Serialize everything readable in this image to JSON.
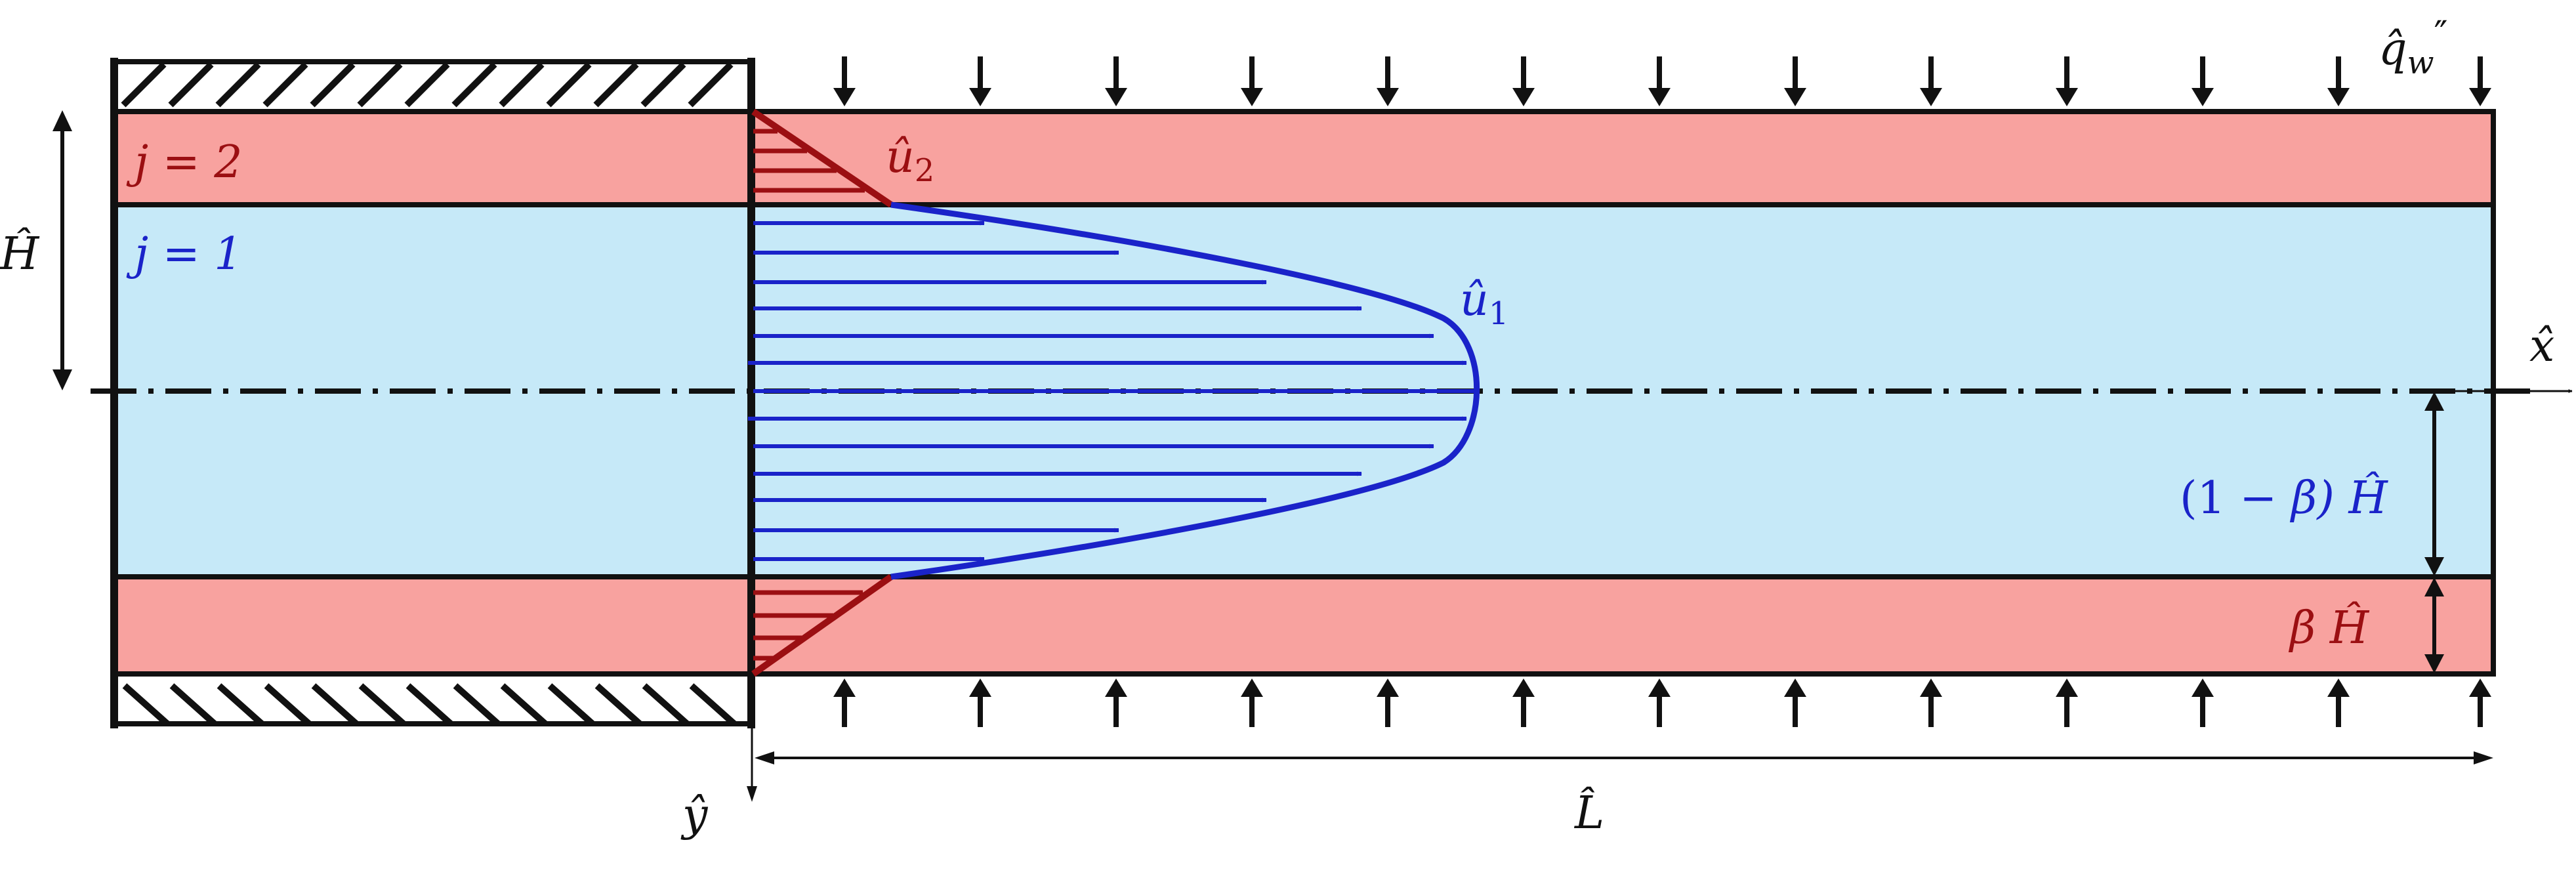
{
  "colors": {
    "outer_layer_fill": "#f8a29f",
    "core_layer_fill": "#c6e9f8",
    "outer_profile": "#9b0f12",
    "core_profile": "#1a23c9",
    "ink": "#111111"
  },
  "labels": {
    "layer_2": "j = 2",
    "layer_1": "j = 1",
    "height": "Ĥ",
    "profile_2": "û",
    "profile_2_sub": "2",
    "profile_1": "û",
    "profile_1_sub": "1",
    "x_axis": "x̂",
    "y_axis": "ŷ",
    "heat_flux": "q̂",
    "heat_flux_sub": "w",
    "heat_flux_sup": "″",
    "core_height_coef": "(1 − ",
    "core_height_beta": "β",
    "core_height_close": ") Ĥ",
    "outer_height_beta": "β",
    "outer_height_H": " Ĥ",
    "length": "L̂"
  },
  "icons": {
    "wall_hatching": "hatched-wall",
    "flux_arrows": "down-and-up-arrows",
    "centerline": "dash-dot-line"
  }
}
